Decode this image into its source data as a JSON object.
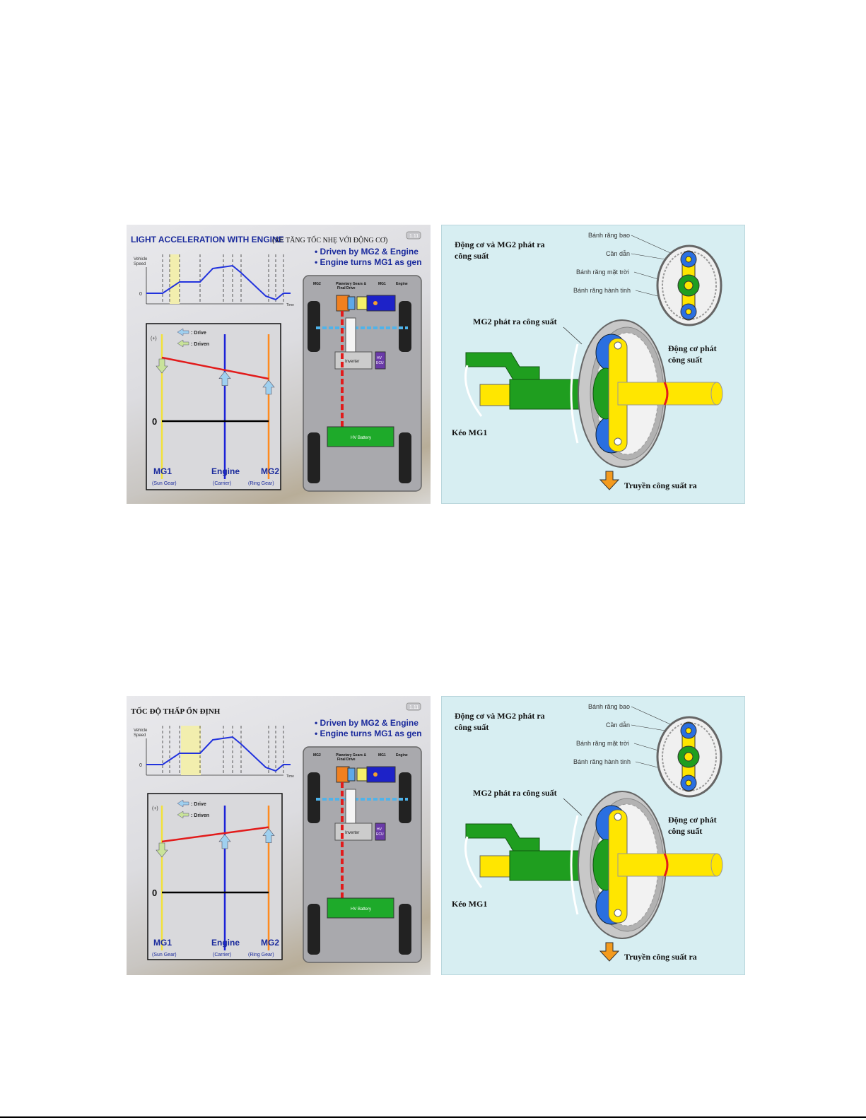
{
  "panels": [
    {
      "slide": {
        "title_main": "LIGHT ACCELERATION WITH ENGINE",
        "title_sub": "(XE TĂNG TỐC NHẸ VỚI ĐỘNG CƠ)",
        "badge": "1.11",
        "bullet1": "• Driven by MG2 & Engine",
        "bullet2": "• Engine turns MG1 as gen",
        "axis_y_line1": "Vehicle",
        "axis_y_line2": "Speed",
        "axis_zero": "0",
        "axis_x": "Time",
        "legend_drive": ": Drive",
        "legend_driven": ": Driven",
        "plus_sign": "(+)",
        "zero_label": "0",
        "mg1_label": "MG1",
        "mg1_sub": "(Sun Gear)",
        "engine_label": "Engine",
        "engine_sub": "(Carrier)",
        "mg2_label": "MG2",
        "mg2_sub": "(Ring Gear)",
        "car_mg2": "MG2",
        "car_planetary1": "Planetary Gears &",
        "car_planetary2": "Final Drive",
        "car_mg1": "MG1",
        "car_engine": "Engine",
        "car_inverter": "Inverter",
        "car_ecu1": "HV",
        "car_ecu2": "ECU",
        "car_battery": "HV Battery"
      },
      "nomograph": {
        "mg1": 0.75,
        "engine": 0.56,
        "mg2": 0.5
      },
      "gear": {
        "label_top1": "Động cơ và MG2 phát ra",
        "label_top2": "công suất",
        "inset_ring": "Bánh răng bao",
        "inset_carrier": "Cần dẫn",
        "inset_sun": "Bánh răng mặt trời",
        "inset_planet": "Bánh răng hành tinh",
        "mg2_power": "MG2 phát ra công suất",
        "engine_power1": "Động cơ phát",
        "engine_power2": "công suất",
        "pull_mg1": "Kéo MG1",
        "output": "Truyền công suất ra"
      }
    },
    {
      "slide": {
        "title_main": "TỐC ĐỘ THẤP ỔN ĐỊNH",
        "title_sub": "",
        "badge": "1.11",
        "bullet1": "• Driven by MG2 & Engine",
        "bullet2": "• Engine turns MG1 as gen",
        "axis_y_line1": "Vehicle",
        "axis_y_line2": "Speed",
        "axis_zero": "0",
        "axis_x": "Time",
        "legend_drive": ": Drive",
        "legend_driven": ": Driven",
        "plus_sign": "(+)",
        "zero_label": "0",
        "mg1_label": "MG1",
        "mg1_sub": "(Sun Gear)",
        "engine_label": "Engine",
        "engine_sub": "(Carrier)",
        "mg2_label": "MG2",
        "mg2_sub": "(Ring Gear)",
        "car_mg2": "MG2",
        "car_planetary1": "Planetary Gears &",
        "car_planetary2": "Final Drive",
        "car_mg1": "MG1",
        "car_engine": "Engine",
        "car_inverter": "Inverter",
        "car_ecu1": "HV",
        "car_ecu2": "ECU",
        "car_battery": "HV Battery"
      },
      "nomograph": {
        "mg1": 0.6,
        "engine": 0.69,
        "mg2": 0.77
      },
      "gear": {
        "label_top1": "Động cơ và MG2 phát ra",
        "label_top2": "công suất",
        "inset_ring": "Bánh răng bao",
        "inset_carrier": "Cần dẫn",
        "inset_sun": "Bánh răng mặt trời",
        "inset_planet": "Bánh răng hành tinh",
        "mg2_power": "MG2 phát ra công suất",
        "engine_power1": "Động cơ phát",
        "engine_power2": "công suất",
        "pull_mg1": "Kéo MG1",
        "output": "Truyền công suất ra"
      }
    }
  ],
  "colors": {
    "title_blue": "#1a2a9c",
    "mg1_yellow": "#f2e23a",
    "engine_blue": "#1b22d8",
    "mg2_orange": "#ff8a1e",
    "red_line": "#e21b1b",
    "battery_green": "#1eaa2a",
    "gear_green": "#1f9e1f",
    "gear_yellow": "#ffe600",
    "gear_blue": "#2a6fe0"
  }
}
